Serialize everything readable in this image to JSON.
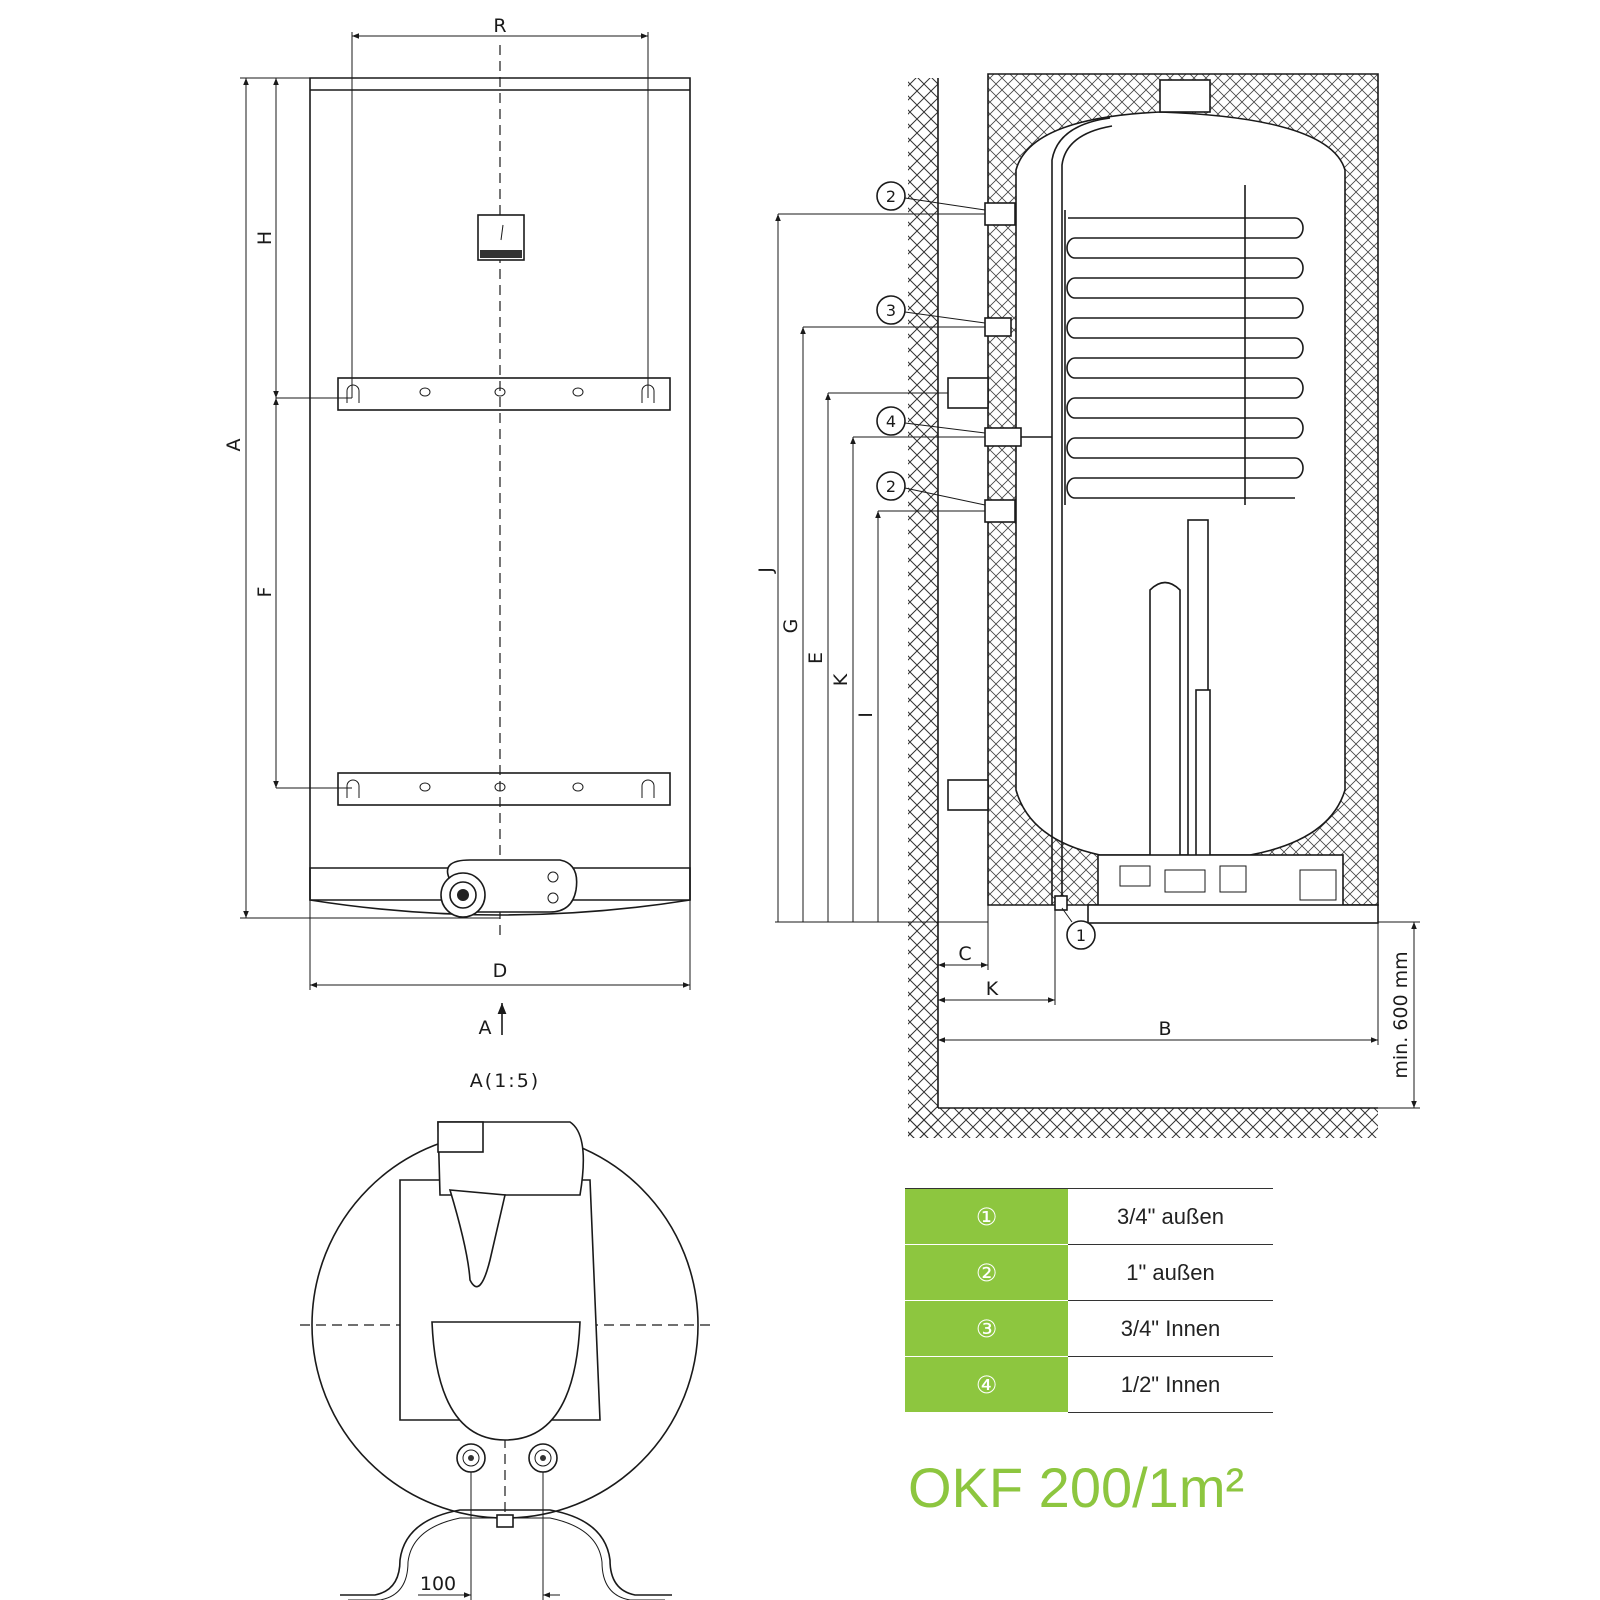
{
  "front_view": {
    "dims": {
      "R": "R",
      "H": "H",
      "A": "A",
      "F": "F",
      "D": "D"
    },
    "view_arrow": "A"
  },
  "section_view": {
    "dims": {
      "J": "J",
      "G": "G",
      "E": "E",
      "K": "K",
      "I": "I",
      "C": "C",
      "K2": "K",
      "B": "B"
    },
    "floor_clearance": "min. 600 mm",
    "connection_markers": [
      "2",
      "3",
      "4",
      "2",
      "1"
    ]
  },
  "bottom_view": {
    "title": "A(1:5)",
    "dim": "100"
  },
  "legend": [
    {
      "symbol": "①",
      "value": "3/4\" außen"
    },
    {
      "symbol": "②",
      "value": "1\" außen"
    },
    {
      "symbol": "③",
      "value": "3/4\" Innen"
    },
    {
      "symbol": "④",
      "value": "1/2\" Innen"
    }
  ],
  "model": "OKF 200/1m²",
  "colors": {
    "accent": "#8dc63f",
    "line": "#1a1a1a"
  }
}
